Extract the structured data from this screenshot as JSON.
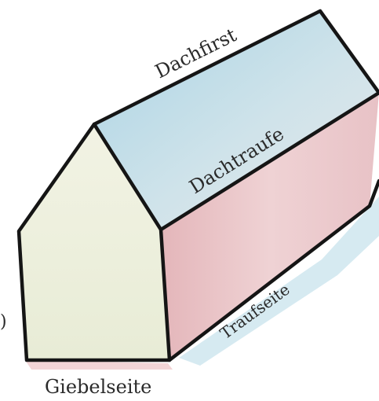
{
  "labels": {
    "ridge": "Dachfirst",
    "eaves": "Dachtraufe",
    "eaves_side": "Traufseite",
    "gable_side": "Giebelseite",
    "edge_mark": ")"
  },
  "colors": {
    "gable_face": "#eef0df",
    "roof_face": "#bcd9e6",
    "eaves_wall": "#e9c4c6",
    "ground_blue": "#cfe6ee",
    "ground_pink": "#f1cfd2",
    "outline": "#151515",
    "text": "#2a2a2a"
  }
}
